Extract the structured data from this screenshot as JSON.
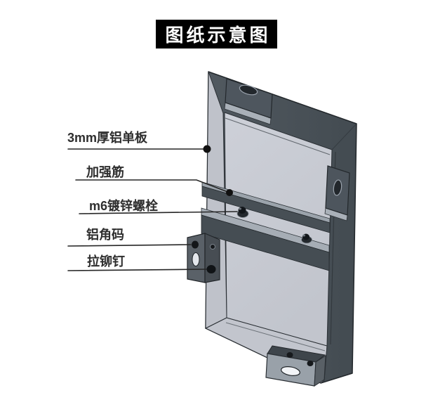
{
  "title": "图纸示意图",
  "labels": [
    {
      "id": "aluminum-panel",
      "text": "3mm厚铝单板"
    },
    {
      "id": "stiffener-rib",
      "text": "加强筋"
    },
    {
      "id": "m6-bolt",
      "text": "m6镀锌螺栓"
    },
    {
      "id": "corner-bracket",
      "text": "铝角码"
    },
    {
      "id": "blind-rivet",
      "text": "拉铆钉"
    }
  ],
  "colors": {
    "title_bg": "#000000",
    "title_text": "#ffffff",
    "frame_dark": "#4b5359",
    "panel_face": "#c8cbd3",
    "bottom_flange": "#c2c5cd",
    "left_edge": "#bfc2ca",
    "rib_dark": "#474f55",
    "rib_flange": "#9ba3ab",
    "tab_face": "#4e565e",
    "bracket_left_face": "#5a6168",
    "bracket_right_face": "#474d53",
    "slot_light": "#e4e7ec",
    "rivet_black": "#131619",
    "leader_line": "#262626",
    "label_text": "#2e2e2e"
  }
}
